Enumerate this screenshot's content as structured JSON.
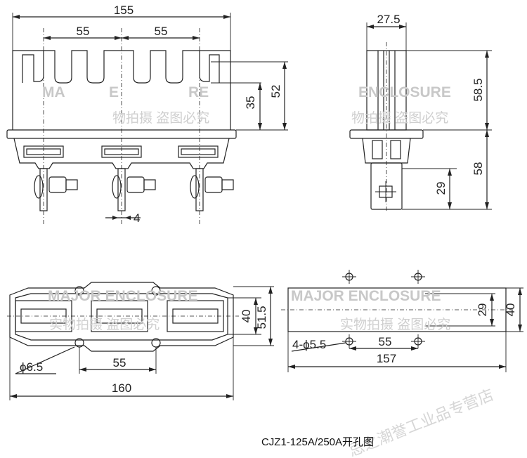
{
  "dimensions": {
    "front_width": "155",
    "pitch_left": "55",
    "pitch_right": "55",
    "slot_height": "35",
    "front_height": "52",
    "terminal_gap": "4",
    "side_width": "27.5",
    "side_upper": "58.5",
    "side_lower": "58",
    "side_terminal": "29",
    "plan_hole": "ϕ6.5",
    "plan_pitch": "55",
    "plan_width": "160",
    "plan_inner": "40",
    "plan_outer": "51.5",
    "cutout_holes": "4-ϕ5.5",
    "cutout_pitch": "55",
    "cutout_width": "157",
    "cutout_inner": "29",
    "cutout_outer": "40"
  },
  "watermarks": {
    "brand": "MAJOR ENCLOSURE",
    "brand_partial": "ENCLOSURE",
    "brand_fragment_1": "MA",
    "brand_fragment_2": "E",
    "brand_fragment_3": "RE",
    "brand_cn": "实物拍摄 盗图必究",
    "brand_cn_partial": "物拍摄 盗图必究",
    "shop_cn": "忌之潮誉工业品专营店"
  },
  "caption": "CJZ1-125A/250A开孔图"
}
